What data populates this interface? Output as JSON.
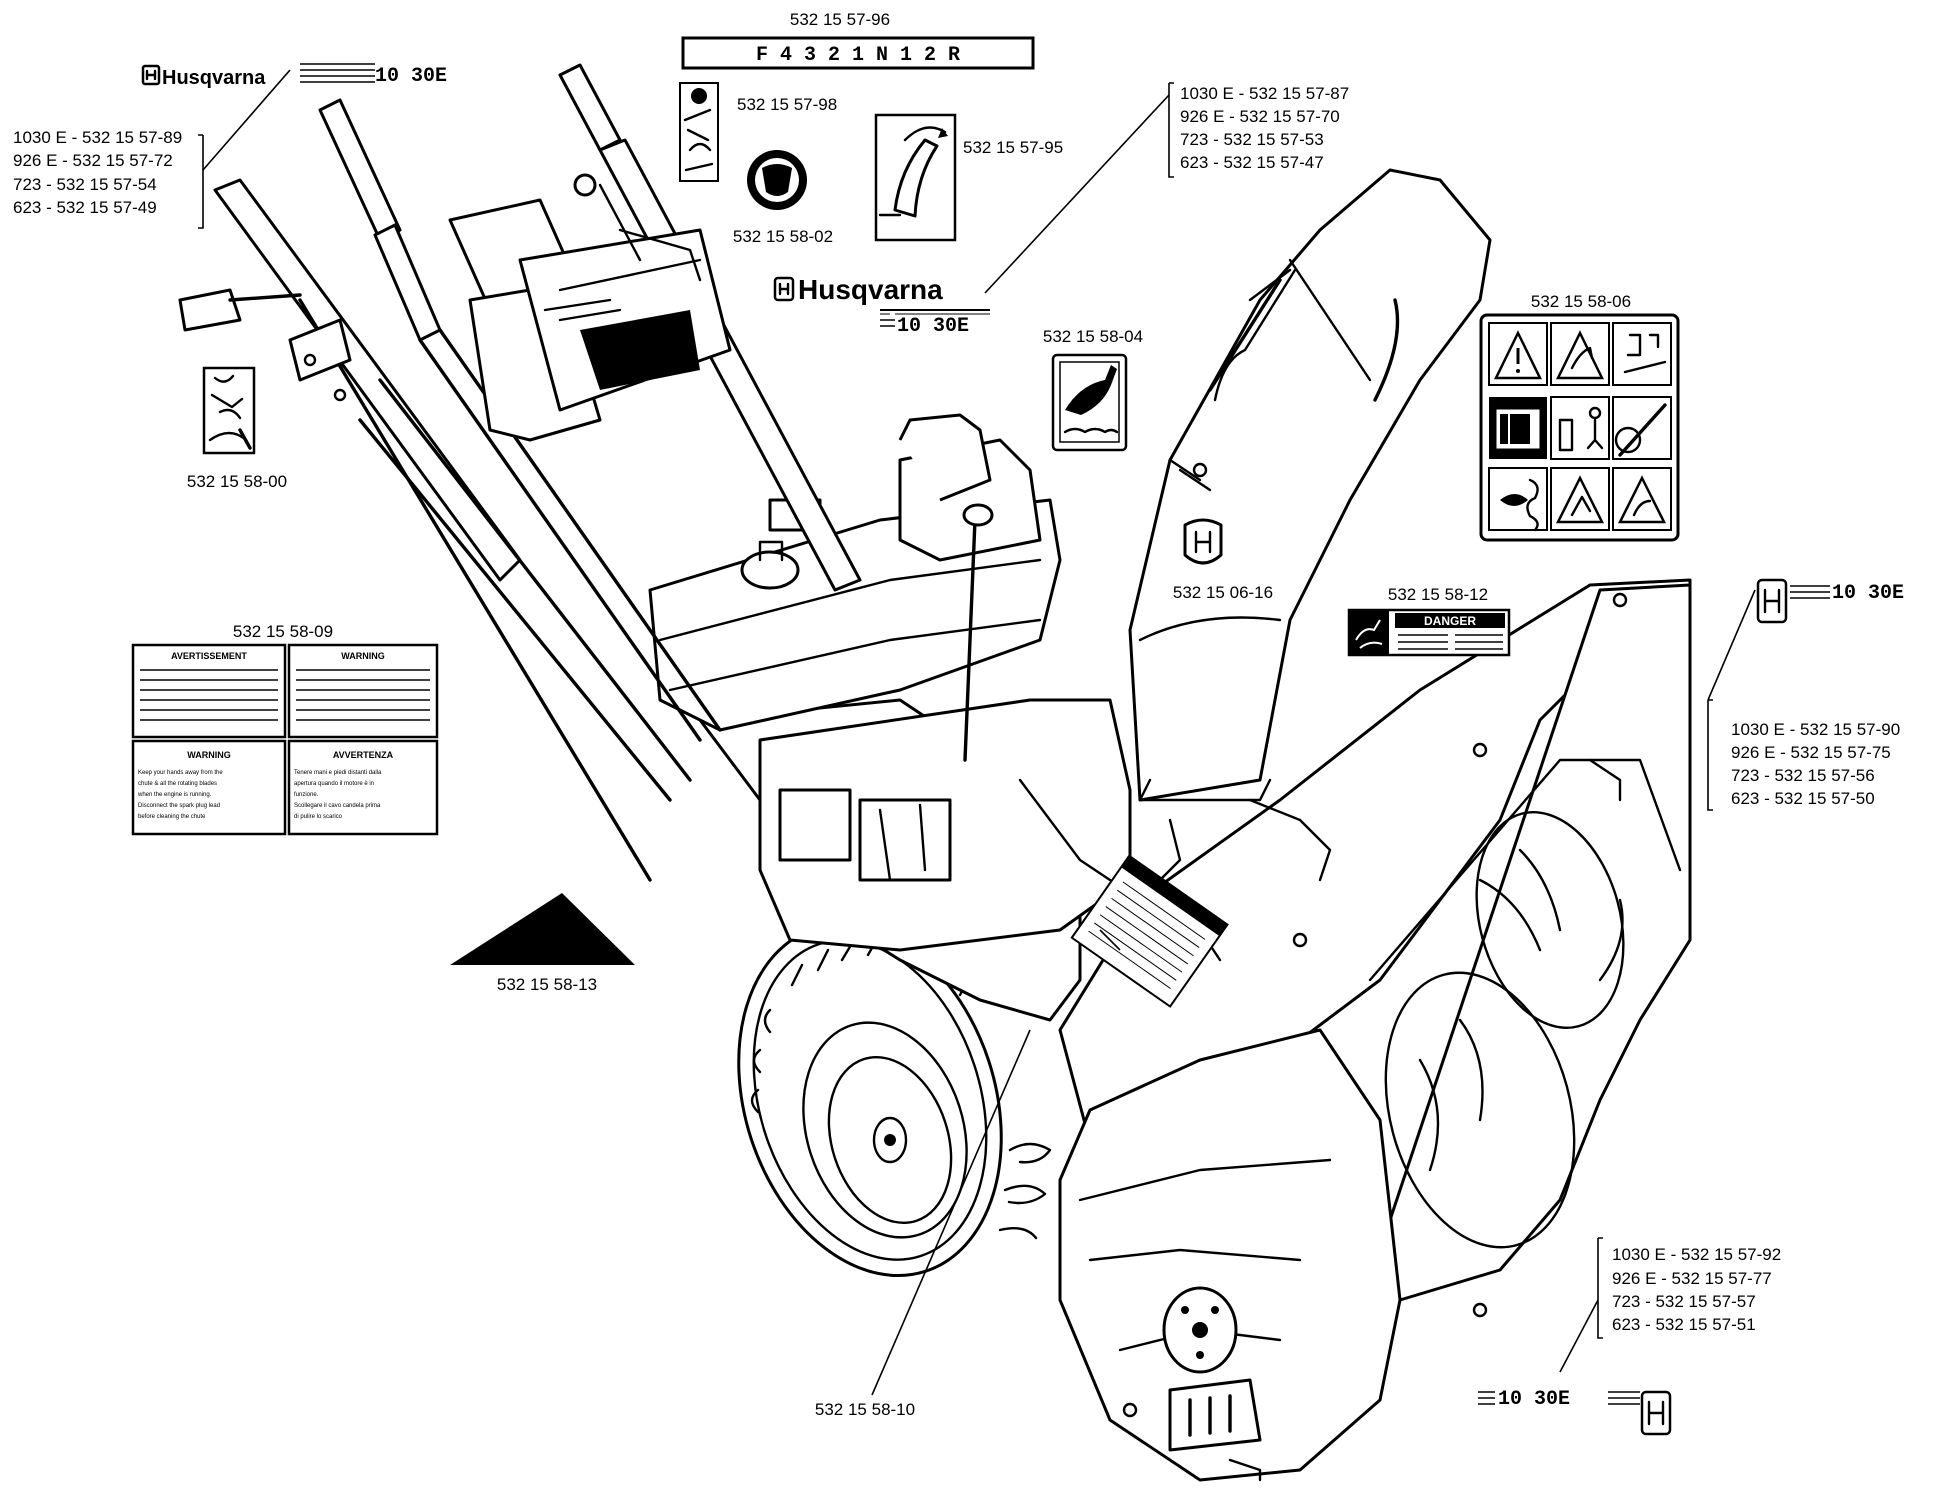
{
  "parts": {
    "serial_plate": "532 15 57-96",
    "choke_decal": "532 15 57-98",
    "shear_decal": "532 15 57-95",
    "gas_cap_decal": "532 15 58-02",
    "hand_warning": "532 15 58-04",
    "safety_symbols": "532 15 58-06",
    "chute_logo": "532 15 06-16",
    "danger_decal": "532 15 58-12",
    "handle_decal": "532 15 58-00",
    "multi_warning": "532 15 58-09",
    "triangle": "532 15 58-13",
    "tire_decal": "532 15 58-10"
  },
  "serial_code": "F 4 3 2 1 N 1 2 R",
  "brand": "Husqvarna",
  "model_badge": "10 30E",
  "groups": {
    "left_handle": [
      "1030 E - 532 15 57-89",
      "926 E - 532 15 57-72",
      "723 - 532 15 57-54",
      "623 - 532 15 57-49"
    ],
    "dash": [
      "1030 E - 532 15 57-87",
      "926 E - 532 15 57-70",
      "723 - 532 15 57-53",
      "623 - 532 15 57-47"
    ],
    "right_housing": [
      "1030 E - 532 15 57-90",
      "926 E - 532 15 57-75",
      "723 - 532 15 57-56",
      "623 - 532 15 57-50"
    ],
    "front_housing": [
      "1030 E - 532 15 57-92",
      "926 E - 532 15 57-77",
      "723 - 532 15 57-57",
      "623 - 532 15 57-51"
    ]
  },
  "warnings": {
    "fr_title": "AVERTISSEMENT",
    "es_title": "WARNING",
    "en_title": "WARNING",
    "it_title": "AVVERTENZA",
    "en_body": [
      "Keep your hands away from the",
      "chute & all the rotating blades",
      "when the engine is running.",
      "Disconnect the spark plug lead",
      "before cleaning the chute"
    ],
    "it_body": [
      "Tenere mani e piedi distanti dalla",
      "apertura quando il motore è in",
      "funzione.",
      "Scollegare il cavo candela prima",
      "di pulire lo scarico"
    ],
    "danger_word": "DANGER"
  }
}
